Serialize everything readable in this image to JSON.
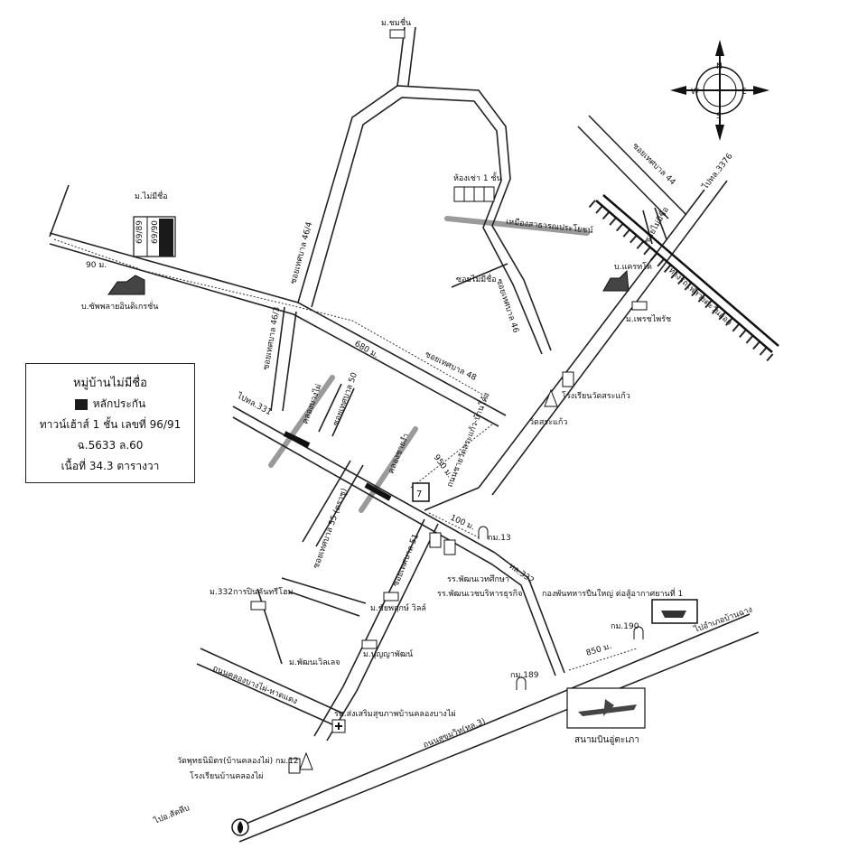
{
  "legend": {
    "title": "หมู่บ้านไม่มีชื่อ",
    "collateral_label": "หลักประกัน",
    "line1": "ทาวน์เฮ้าส์ 1 ชั้น เลขที่ 96/91",
    "line2": "ฉ.5633 ล.60",
    "line3": "เนื้อที่ 34.3 ตารางวา"
  },
  "compass": {
    "n": "N",
    "s": "S",
    "e": "E",
    "w": "W"
  },
  "labels": {
    "m_chomchuen": "ม.ชมชื่น",
    "m_maimichue_top": "ม.ไม่มีชื่อ",
    "unit_6989": "69/89",
    "unit_6990": "69/90",
    "dist_90": "90 ม.",
    "company": "บ.ซัพพลายอินดิเกรชั่น",
    "soi_46_4": "ซอยเทศบาล 46/4",
    "soi_46_3": "ซอยเทศบาล 46/3",
    "rental": "ห้องเช่า 1 ชั้น",
    "canal_public": "เหมืองสาธารณประโยชน์",
    "soi_maimichue_mid": "ซอยไม่มีชื่อ",
    "soi_46": "ซอยเทศบาล 46",
    "soi_44": "ซอยเทศบาล 44",
    "to_3376": "ไปทล.3376",
    "soi_maimichue_right": "ซอยไม่มีชื่อ",
    "railway": "ทางรถไฟสายตะวันออก",
    "bor_kornnitko": "บ.แครทโค",
    "m_petchpraiwan": "ม.เพรชไพรัช",
    "dist_680": "680 ม.",
    "soi_48": "ซอยเทศบาล 48",
    "school_watsrakaew": "โรงเรียนวัดสระแก้ว",
    "wat_srakaew": "วัดสระแก้ว",
    "to_331": "ไปทล.331",
    "canal_bangphai": "คลองบางไผ่",
    "soi_50": "ซอยเทศบาล 50",
    "canal_sai_ngam": "คลองชายงำ",
    "dist_950": "950 ม.",
    "road_srakaew": "ถนนชายวัดสระแก้ว-บ้านโค้ง",
    "seven_eleven": "7",
    "dist_100": "100 ม.",
    "km13": "กม.13",
    "soi_55": "ซอยเทศบาล 55 (ตราชู)",
    "soi_51": "ซอยเทศบาล 51",
    "rr_phatthanawet": "รร.พัฒนเวทศึกษา",
    "rr_phatthanawet_business": "รร.พัฒนเวชบริหารธุรกิจ",
    "road_332": "ทล.332",
    "m_332": "ม.332การปินคันทรีโฮม",
    "m_chaiyaphruek": "ม.ชัยพฤกษ์ วิลล์",
    "m_phatthanawet": "ม.พัฒนเวิลเลจ",
    "m_pupruksa": "ม.ปุญญาพัฒน์",
    "army": "กองพันทหารปืนใหญ่ ต่อสู้อากาศยานที่ 1",
    "km190": "กม.190",
    "dist_850": "850 ม.",
    "to_ban_chang": "ไปอำเภอบ้านฉาง",
    "road_klong": "ถนนคลองบางไผ่-หาดแดง",
    "km189": "กม.189",
    "hospital": "รพ.ส่งเสริมสุขภาพบ้านคลองบางไผ่",
    "road_sukhumvit": "ถนนสุขุมวิท(ทล.3)",
    "airport": "สนามบินอู่ตะเภา",
    "wat_phuttha": "วัดพุทธนิมิตร(บ้านคลองไผ่) กม.12",
    "school_klong": "โรงเรียนบ้านคลองไผ่",
    "to_sattahip": "ไปอ.สัตหีบ"
  }
}
